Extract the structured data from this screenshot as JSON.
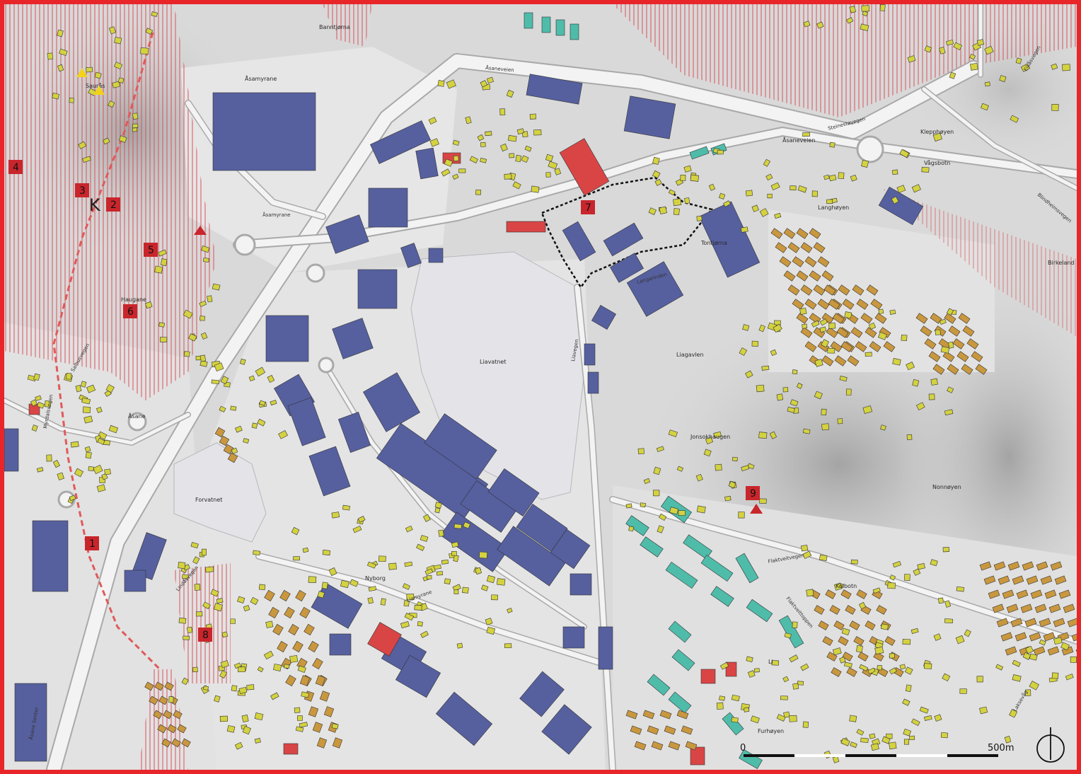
{
  "map": {
    "colors": {
      "frame": "#e8262a",
      "terrain": "#d6d6d6",
      "terrain_dark": "#bdbdbd",
      "road": "#f3f3f3",
      "road_edge": "#a9a9a9",
      "water": "#e4e4e8",
      "protected_hatch": "#d9535a",
      "building_commercial": "#56609f",
      "building_residential_detached": "#d4d23f",
      "building_rowhouse": "#c9973e",
      "building_apartment": "#4fbcaa",
      "building_public": "#d94545",
      "building_other": "#7a7a7a",
      "marker": "#c8262c",
      "warning_triangle": "#f2d21b"
    },
    "place_names": [
      "Banntjørna",
      "Åsaneveien",
      "Åsamyrane",
      "Saurås",
      "Haugane",
      "Åsane",
      "Forvatnet",
      "Liavatnet",
      "Nyborg",
      "Liagavlen",
      "Jonsokhaugen",
      "Nonnøyen",
      "Klepphøyen",
      "Vågsbotn",
      "Birkeland",
      "Langhøyen",
      "Kolbotn",
      "Furhøyen",
      "Tontjørna",
      "Li"
    ],
    "road_names": [
      "Åsaneveien",
      "Åsamyrane",
      "Steinestøvegen",
      "Langarinden",
      "Liamyrane",
      "Flaktveitvegen",
      "Liavegen",
      "Lindåsvegen",
      "Åsane Senter",
      "Salhusvegen",
      "Myrdalsvegen",
      "Eikåsvegen",
      "Blindheimsvegen",
      "Flaktveittoppen",
      "Laksevåg"
    ],
    "markers": [
      {
        "label": "1"
      },
      {
        "label": "2"
      },
      {
        "label": "3"
      },
      {
        "label": "4"
      },
      {
        "label": "5"
      },
      {
        "label": "6"
      },
      {
        "label": "7"
      },
      {
        "label": "8"
      },
      {
        "label": "9"
      }
    ],
    "kirke_symbol": "K",
    "scale_bar": {
      "start_label": "0",
      "end_label": "500m"
    },
    "north_arrow": "north-arrow"
  }
}
